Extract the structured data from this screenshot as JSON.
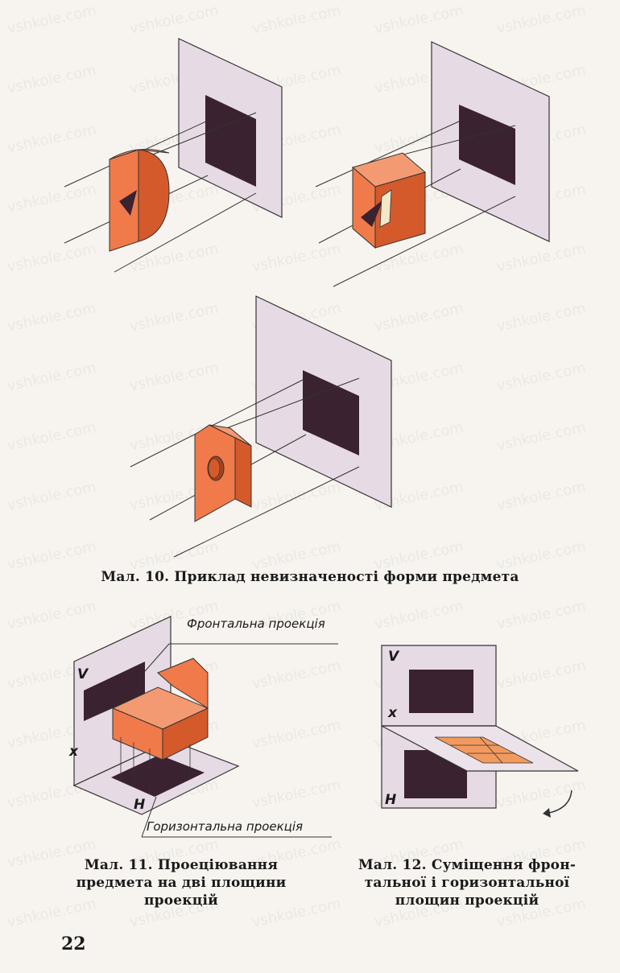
{
  "figure10": {
    "caption": "Мал. 10. Приклад невизначеності форми предмета"
  },
  "figure11": {
    "caption_lines": [
      "Мал. 11. Проеціювання",
      "предмета на дві площини",
      "проекцій"
    ],
    "label_frontal": "Фронтальна проекція",
    "label_horizontal": "Горизонтальна проекція",
    "axis_v": "V",
    "axis_h": "H",
    "axis_x": "x"
  },
  "figure12": {
    "caption_lines": [
      "Мал. 12. Суміщення фрон-",
      "тальної і горизонтальної",
      "площин проекцій"
    ],
    "axis_v": "V",
    "axis_h": "H",
    "axis_x": "x"
  },
  "page_number": "22",
  "watermark": "vshkole.com",
  "colors": {
    "object_orange": "#f07a4a",
    "object_dark": "#d45a2c",
    "plane_fill": "#e8dde6",
    "projection_dark": "#3a2230"
  }
}
